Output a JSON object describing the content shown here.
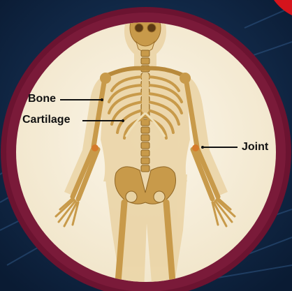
{
  "labels": {
    "bone": "Bone",
    "cartilage": "Cartilage",
    "joint": "Joint"
  },
  "colors": {
    "background": "#0f2543",
    "ring": "#6b1330",
    "disc": "#f7efdd",
    "skin": "#ead3a4",
    "bone": "#c89a4a",
    "joint_accent": "#d67a2a",
    "corner_accent": "#d4141c"
  }
}
